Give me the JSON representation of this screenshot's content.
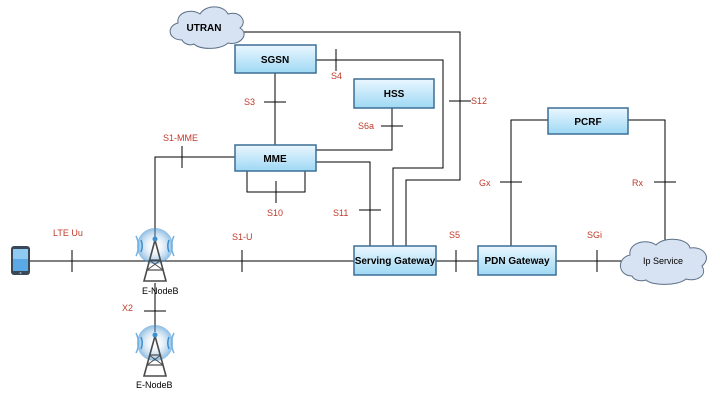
{
  "colors": {
    "node_fill_top": "#eaf7ff",
    "node_fill_bottom": "#9ed8f4",
    "node_border": "#3c6e96",
    "cloud_fill": "#d7e3f2",
    "interface_label": "#c0392b"
  },
  "nodes": {
    "utran": "UTRAN",
    "sgsn": "SGSN",
    "hss": "HSS",
    "mme": "MME",
    "pcrf": "PCRF",
    "serving_gateway": "Serving Gateway",
    "pdn_gateway": "PDN Gateway",
    "ip_service": "Ip Service",
    "enodeb_1": "E-NodeB",
    "enodeb_2": "E-NodeB"
  },
  "interfaces": {
    "lte_uu": "LTE Uu",
    "s1_mme": "S1-MME",
    "s1_u": "S1-U",
    "x2": "X2",
    "s3": "S3",
    "s4": "S4",
    "s6a": "S6a",
    "s10": "S10",
    "s11": "S11",
    "s12": "S12",
    "s5": "S5",
    "gx": "Gx",
    "rx": "Rx",
    "sgi": "SGi"
  },
  "icons": {
    "ue": "mobile-phone-icon",
    "enodeb": "cell-tower-icon"
  }
}
